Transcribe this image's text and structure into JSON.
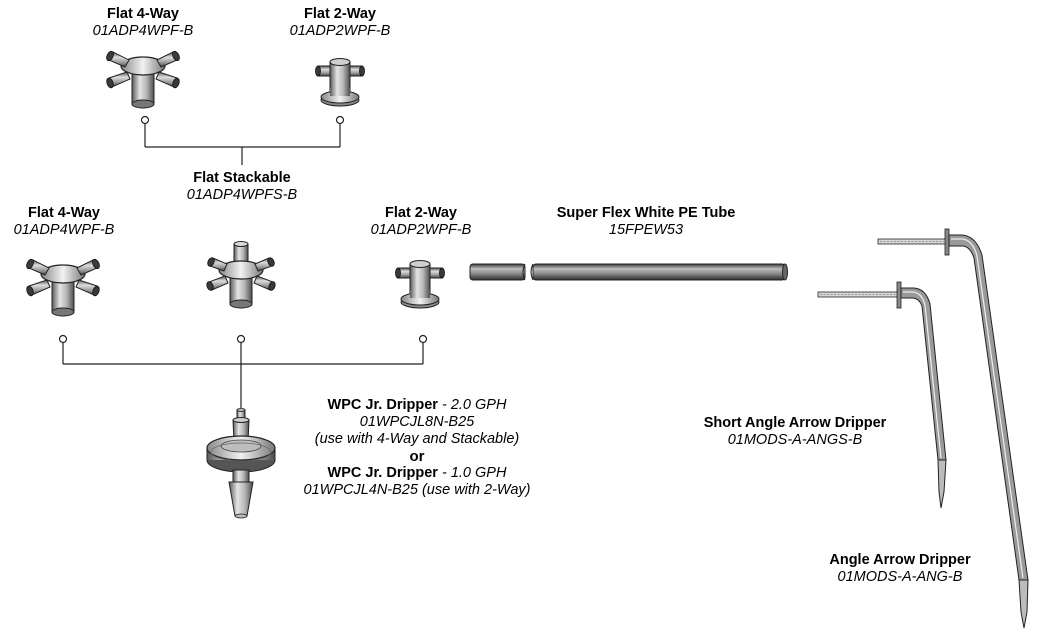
{
  "parts": {
    "flat4_top": {
      "name": "Flat 4-Way",
      "code": "01ADP4WPF-B"
    },
    "flat2_top": {
      "name": "Flat 2-Way",
      "code": "01ADP2WPF-B"
    },
    "stackable": {
      "name": "Flat Stackable",
      "code": "01ADP4WPFS-B"
    },
    "flat4_mid": {
      "name": "Flat 4-Way",
      "code": "01ADP4WPF-B"
    },
    "flat2_mid": {
      "name": "Flat 2-Way",
      "code": "01ADP2WPF-B"
    },
    "tube": {
      "name": "Super Flex White PE Tube",
      "code": "15FPEW53"
    },
    "dripper_2gph": {
      "name": "WPC Jr. Dripper",
      "rate": " - 2.0 GPH",
      "code": "01WPCJL8N-B25",
      "note": "(use with 4-Way and Stackable)"
    },
    "or_label": "or",
    "dripper_1gph": {
      "name": "WPC Jr. Dripper",
      "rate": " - 1.0 GPH",
      "code": "01WPCJL4N-B25",
      "note": " (use with 2-Way)"
    },
    "short_angle": {
      "name": "Short Angle Arrow Dripper",
      "code": "01MODS-A-ANGS-B"
    },
    "angle": {
      "name": "Angle Arrow Dripper",
      "code": "01MODS-A-ANG-B"
    }
  }
}
